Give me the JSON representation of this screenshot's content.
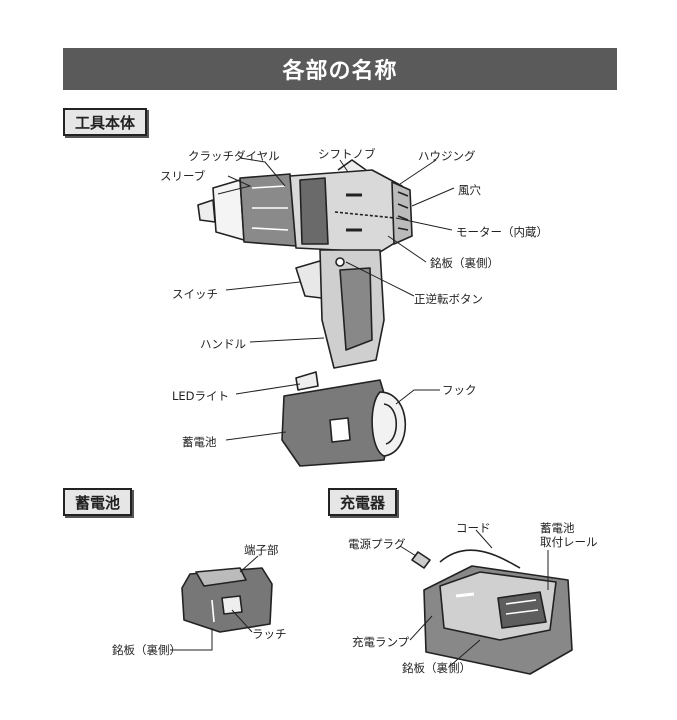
{
  "title": "各部の名称",
  "sections": {
    "tool_body": "工具本体",
    "battery": "蓄電池",
    "charger": "充電器"
  },
  "drill_labels": {
    "clutch_dial": "クラッチダイヤル",
    "shift_knob": "シフトノブ",
    "housing": "ハウジング",
    "sleeve": "スリーブ",
    "vent": "風穴",
    "motor": "モーター（内蔵）",
    "nameplate_back": "銘板（裏側）",
    "reverse_button": "正逆転ボタン",
    "switch": "スイッチ",
    "handle": "ハンドル",
    "led_light": "LEDライト",
    "hook": "フック",
    "battery": "蓄電池"
  },
  "battery_labels": {
    "terminal": "端子部",
    "latch": "ラッチ",
    "nameplate_back": "銘板（裏側）"
  },
  "charger_labels": {
    "cord": "コード",
    "power_plug": "電源プラグ",
    "rail_line1": "蓄電池",
    "rail_line2": "取付レール",
    "charge_lamp": "充電ランプ",
    "nameplate_back": "銘板（裏側）"
  }
}
